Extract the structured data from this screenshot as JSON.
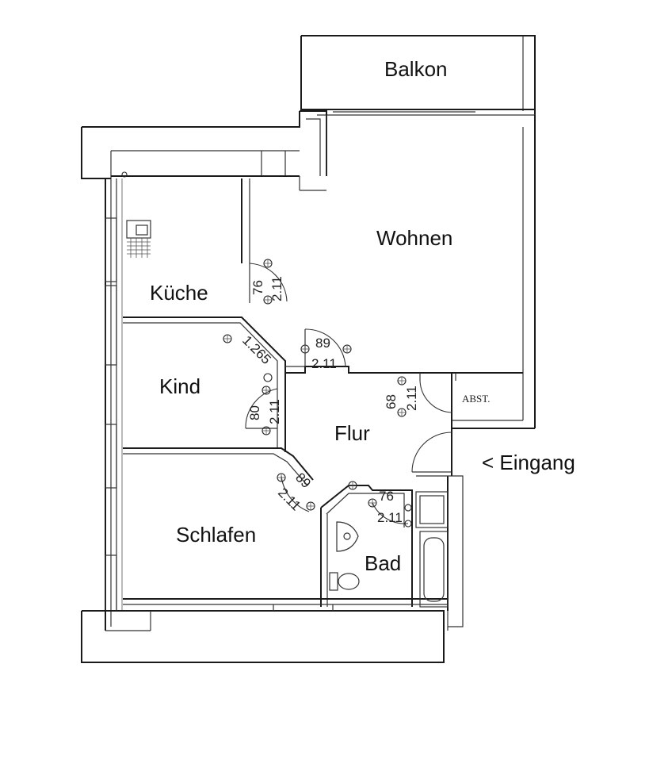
{
  "rooms": {
    "balkon": "Balkon",
    "wohnen": "Wohnen",
    "kueche": "Küche",
    "kind": "Kind",
    "flur": "Flur",
    "schlafen": "Schlafen",
    "bad": "Bad",
    "abst": "ABST."
  },
  "entrance": "< Eingang",
  "doors": {
    "kueche_width": "76",
    "kueche_height": "2.11",
    "kind1_width": "1.265",
    "wohnen_width": "89",
    "wohnen_height": "2.11",
    "abst_width": "68",
    "abst_height": "2.11",
    "kind2_width": "80",
    "kind2_height": "2.11",
    "schlafen_width": "89",
    "schlafen_height": "2.11",
    "bad_width": "76",
    "bad_height": "2.11"
  }
}
